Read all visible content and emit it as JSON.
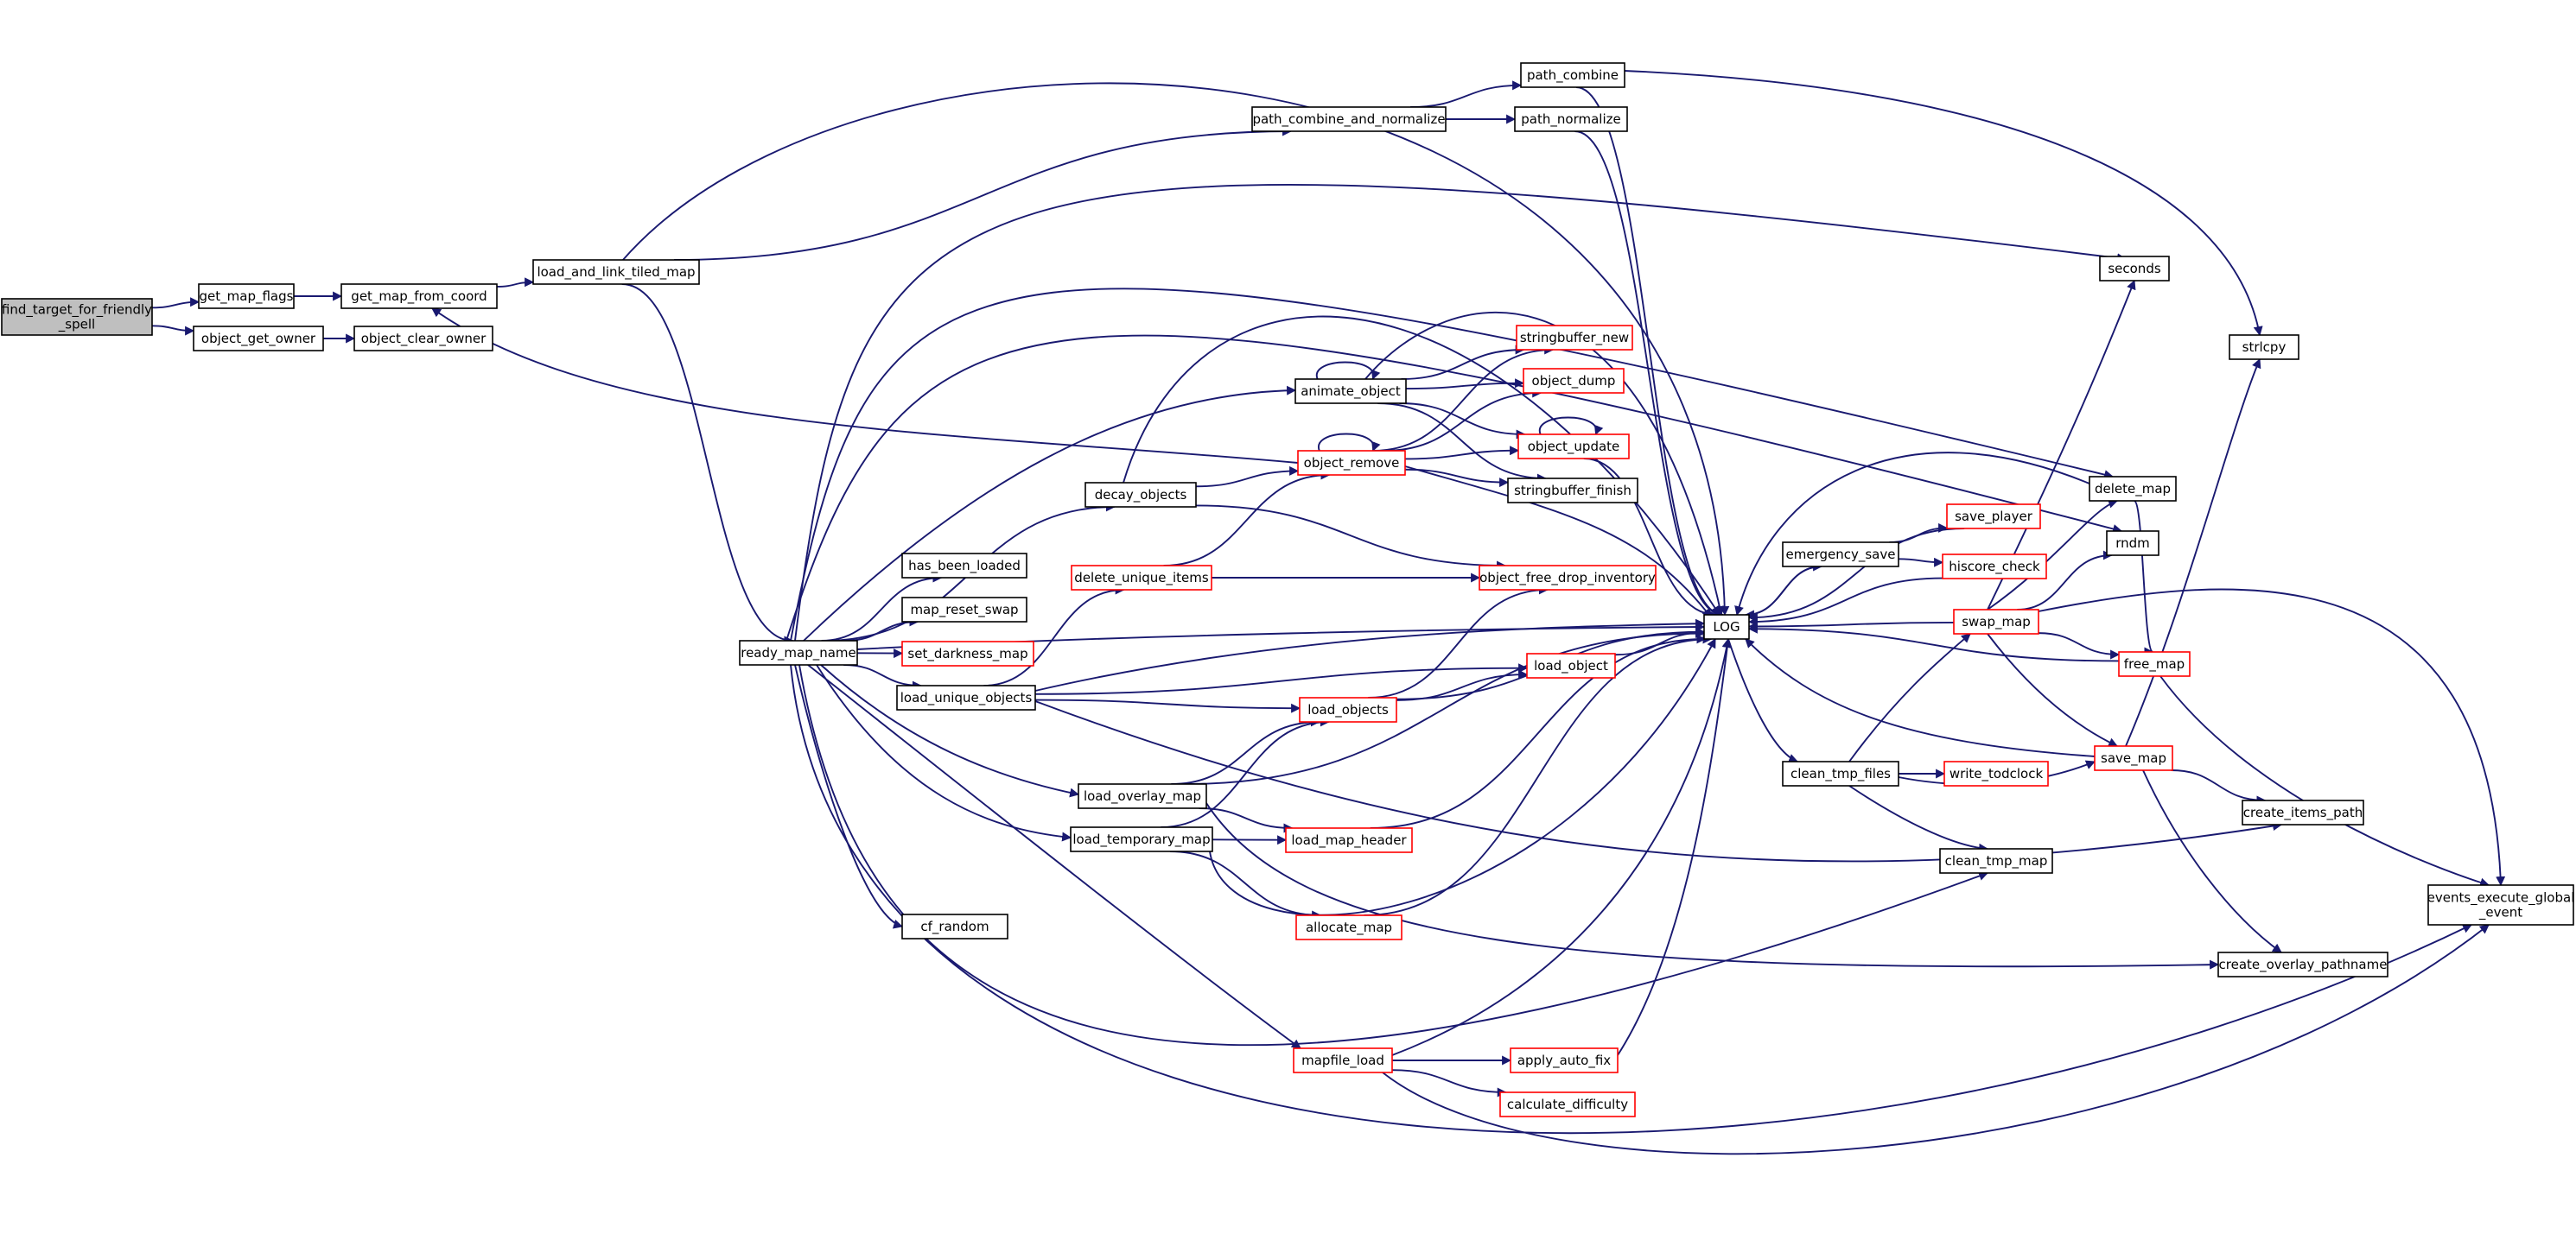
{
  "colors": {
    "edge": "#191970",
    "node_border": "#000000",
    "node_border_red": "#ff0000",
    "node_fill": "#ffffff",
    "root_fill": "#bfbfbf"
  },
  "nodes": [
    {
      "id": "n0",
      "label": "find_target_for_friendly\n_spell",
      "style": "root"
    },
    {
      "id": "n1",
      "label": "get_map_flags",
      "style": "black"
    },
    {
      "id": "n2",
      "label": "object_get_owner",
      "style": "black"
    },
    {
      "id": "n3",
      "label": "get_map_from_coord",
      "style": "black"
    },
    {
      "id": "n4",
      "label": "object_clear_owner",
      "style": "black"
    },
    {
      "id": "n5",
      "label": "load_and_link_tiled_map",
      "style": "black"
    },
    {
      "id": "n6",
      "label": "path_combine_and_normalize",
      "style": "black"
    },
    {
      "id": "n7",
      "label": "ready_map_name",
      "style": "black"
    },
    {
      "id": "n8",
      "label": "path_combine",
      "style": "black"
    },
    {
      "id": "n9",
      "label": "path_normalize",
      "style": "black"
    },
    {
      "id": "n10",
      "label": "LOG",
      "style": "black"
    },
    {
      "id": "n11",
      "label": "strlcpy",
      "style": "black"
    },
    {
      "id": "n12",
      "label": "animate_object",
      "style": "black"
    },
    {
      "id": "n13",
      "label": "decay_objects",
      "style": "black"
    },
    {
      "id": "n14",
      "label": "has_been_loaded",
      "style": "black"
    },
    {
      "id": "n15",
      "label": "map_reset_swap",
      "style": "black"
    },
    {
      "id": "n16",
      "label": "set_darkness_map",
      "style": "red"
    },
    {
      "id": "n17",
      "label": "load_unique_objects",
      "style": "black"
    },
    {
      "id": "n18",
      "label": "load_overlay_map",
      "style": "black"
    },
    {
      "id": "n19",
      "label": "load_temporary_map",
      "style": "black"
    },
    {
      "id": "n20",
      "label": "cf_random",
      "style": "black"
    },
    {
      "id": "n21",
      "label": "mapfile_load",
      "style": "red"
    },
    {
      "id": "n22",
      "label": "seconds",
      "style": "black"
    },
    {
      "id": "n23",
      "label": "delete_map",
      "style": "black"
    },
    {
      "id": "n24",
      "label": "rndm",
      "style": "black"
    },
    {
      "id": "n25",
      "label": "stringbuffer_new",
      "style": "red"
    },
    {
      "id": "n26",
      "label": "object_dump",
      "style": "red"
    },
    {
      "id": "n27",
      "label": "object_update",
      "style": "red"
    },
    {
      "id": "n28",
      "label": "stringbuffer_finish",
      "style": "black"
    },
    {
      "id": "n29",
      "label": "object_remove",
      "style": "red"
    },
    {
      "id": "n30",
      "label": "object_free_drop_inventory",
      "style": "red"
    },
    {
      "id": "n31",
      "label": "delete_unique_items",
      "style": "red"
    },
    {
      "id": "n32",
      "label": "load_object",
      "style": "red"
    },
    {
      "id": "n33",
      "label": "load_objects",
      "style": "red"
    },
    {
      "id": "n34",
      "label": "load_map_header",
      "style": "red"
    },
    {
      "id": "n35",
      "label": "allocate_map",
      "style": "red"
    },
    {
      "id": "n36",
      "label": "apply_auto_fix",
      "style": "red"
    },
    {
      "id": "n37",
      "label": "calculate_difficulty",
      "style": "red"
    },
    {
      "id": "n38",
      "label": "emergency_save",
      "style": "black"
    },
    {
      "id": "n39",
      "label": "save_player",
      "style": "red"
    },
    {
      "id": "n40",
      "label": "hiscore_check",
      "style": "red"
    },
    {
      "id": "n41",
      "label": "swap_map",
      "style": "red"
    },
    {
      "id": "n42",
      "label": "free_map",
      "style": "red"
    },
    {
      "id": "n43",
      "label": "clean_tmp_files",
      "style": "black"
    },
    {
      "id": "n44",
      "label": "write_todclock",
      "style": "red"
    },
    {
      "id": "n45",
      "label": "save_map",
      "style": "red"
    },
    {
      "id": "n46",
      "label": "clean_tmp_map",
      "style": "black"
    },
    {
      "id": "n47",
      "label": "create_items_path",
      "style": "black"
    },
    {
      "id": "n48",
      "label": "events_execute_global\n_event",
      "style": "black"
    },
    {
      "id": "n49",
      "label": "create_overlay_pathname",
      "style": "black"
    }
  ],
  "edges": [
    [
      "n0",
      "n1"
    ],
    [
      "n0",
      "n2"
    ],
    [
      "n1",
      "n3"
    ],
    [
      "n2",
      "n4"
    ],
    [
      "n3",
      "n5"
    ],
    [
      "n5",
      "n6"
    ],
    [
      "n5",
      "n10"
    ],
    [
      "n5",
      "n7"
    ],
    [
      "n6",
      "n8"
    ],
    [
      "n6",
      "n9"
    ],
    [
      "n8",
      "n10"
    ],
    [
      "n8",
      "n11"
    ],
    [
      "n9",
      "n10"
    ],
    [
      "n7",
      "n22"
    ],
    [
      "n7",
      "n23"
    ],
    [
      "n7",
      "n24"
    ],
    [
      "n7",
      "n12"
    ],
    [
      "n7",
      "n13"
    ],
    [
      "n7",
      "n14"
    ],
    [
      "n7",
      "n15"
    ],
    [
      "n7",
      "n16"
    ],
    [
      "n7",
      "n10"
    ],
    [
      "n7",
      "n17"
    ],
    [
      "n7",
      "n18"
    ],
    [
      "n7",
      "n19"
    ],
    [
      "n7",
      "n20"
    ],
    [
      "n7",
      "n21"
    ],
    [
      "n7",
      "n46"
    ],
    [
      "n7",
      "n48"
    ],
    [
      "n12",
      "n12"
    ],
    [
      "n12",
      "n10"
    ],
    [
      "n12",
      "n25"
    ],
    [
      "n12",
      "n26"
    ],
    [
      "n12",
      "n27"
    ],
    [
      "n12",
      "n28"
    ],
    [
      "n13",
      "n10"
    ],
    [
      "n13",
      "n29"
    ],
    [
      "n13",
      "n30"
    ],
    [
      "n29",
      "n3"
    ],
    [
      "n29",
      "n29"
    ],
    [
      "n29",
      "n10"
    ],
    [
      "n29",
      "n25"
    ],
    [
      "n29",
      "n26"
    ],
    [
      "n29",
      "n27"
    ],
    [
      "n29",
      "n28"
    ],
    [
      "n27",
      "n27"
    ],
    [
      "n27",
      "n10"
    ],
    [
      "n17",
      "n31"
    ],
    [
      "n17",
      "n10"
    ],
    [
      "n17",
      "n32"
    ],
    [
      "n17",
      "n33"
    ],
    [
      "n17",
      "n47"
    ],
    [
      "n31",
      "n29"
    ],
    [
      "n31",
      "n30"
    ],
    [
      "n33",
      "n30"
    ],
    [
      "n33",
      "n32"
    ],
    [
      "n33",
      "n10"
    ],
    [
      "n32",
      "n10"
    ],
    [
      "n18",
      "n33"
    ],
    [
      "n18",
      "n10"
    ],
    [
      "n18",
      "n34"
    ],
    [
      "n18",
      "n49"
    ],
    [
      "n19",
      "n33"
    ],
    [
      "n19",
      "n34"
    ],
    [
      "n19",
      "n35"
    ],
    [
      "n19",
      "n10"
    ],
    [
      "n34",
      "n10"
    ],
    [
      "n35",
      "n10"
    ],
    [
      "n21",
      "n10"
    ],
    [
      "n21",
      "n36"
    ],
    [
      "n21",
      "n37"
    ],
    [
      "n21",
      "n48"
    ],
    [
      "n36",
      "n10"
    ],
    [
      "n10",
      "n38"
    ],
    [
      "n10",
      "n43"
    ],
    [
      "n38",
      "n10"
    ],
    [
      "n38",
      "n39"
    ],
    [
      "n38",
      "n40"
    ],
    [
      "n39",
      "n10"
    ],
    [
      "n40",
      "n10"
    ],
    [
      "n41",
      "n10"
    ],
    [
      "n41",
      "n22"
    ],
    [
      "n41",
      "n23"
    ],
    [
      "n41",
      "n24"
    ],
    [
      "n41",
      "n42"
    ],
    [
      "n41",
      "n45"
    ],
    [
      "n41",
      "n48"
    ],
    [
      "n23",
      "n10"
    ],
    [
      "n23",
      "n42"
    ],
    [
      "n42",
      "n10"
    ],
    [
      "n42",
      "n48"
    ],
    [
      "n43",
      "n41"
    ],
    [
      "n43",
      "n44"
    ],
    [
      "n43",
      "n45"
    ],
    [
      "n43",
      "n46"
    ],
    [
      "n45",
      "n10"
    ],
    [
      "n45",
      "n11"
    ],
    [
      "n45",
      "n47"
    ],
    [
      "n45",
      "n49"
    ]
  ]
}
